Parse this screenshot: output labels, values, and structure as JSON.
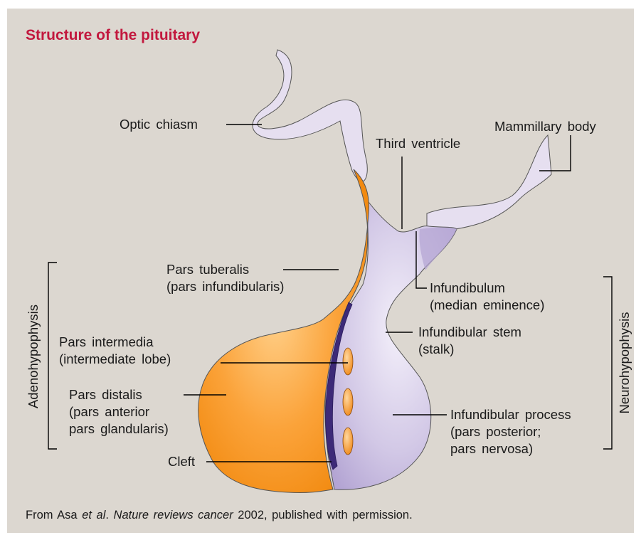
{
  "title": "Structure of the pituitary",
  "labels": {
    "optic_chiasm": "Optic chiasm",
    "mammillary_body": "Mammillary body",
    "third_ventricle": "Third ventricle",
    "pars_tuberalis": [
      "Pars tuberalis",
      "(pars infundibularis)"
    ],
    "infundibulum": [
      "Infundibulum",
      "(median eminence)"
    ],
    "infundibular_stem": [
      "Infundibular stem",
      "(stalk)"
    ],
    "pars_intermedia": [
      "Pars intermedia",
      "(intermediate lobe)"
    ],
    "pars_distalis": [
      "Pars distalis",
      "(pars anterior",
      "pars glandularis)"
    ],
    "infundibular_process": [
      "Infundibular process",
      "(pars posterior;",
      "pars nervosa)"
    ],
    "cleft": "Cleft",
    "adenohypophysis": "Adenohypophysis",
    "neurohypophysis": "Neurohypophysis"
  },
  "credit": {
    "prefix": "From Asa ",
    "etal": "et al",
    "dot": ". ",
    "journal": "Nature reviews cancer",
    "suffix": " 2002, published with permission."
  },
  "colors": {
    "background": "#dcd7d0",
    "title": "#c2183e",
    "adenohypophysis_fill": "#f7931e",
    "neurohypophysis_fill": "#c9bde0",
    "cleft_fill": "#3d2a78",
    "brain_tissue": "#e6dff0"
  }
}
